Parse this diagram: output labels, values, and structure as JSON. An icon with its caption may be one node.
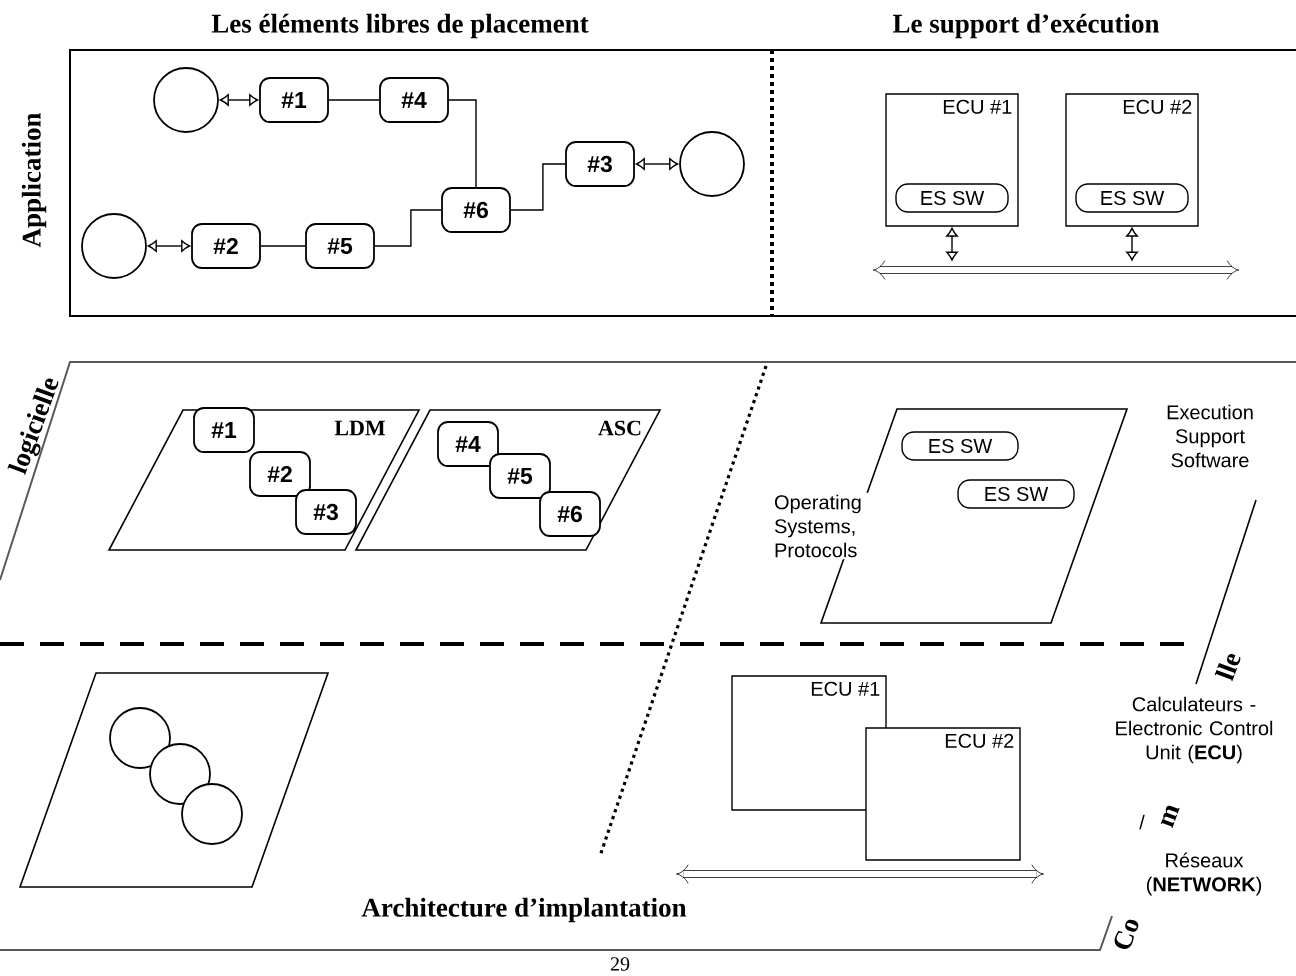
{
  "diagram": {
    "nodes": [
      {
        "text": [],
        "shape": "circle"
      },
      {
        "text": [
          "#1"
        ]
      },
      {
        "text": [
          "#4"
        ]
      },
      {
        "text": [
          "#3"
        ]
      },
      {
        "text": [],
        "shape": "circle"
      },
      {
        "text": [],
        "shape": "circle"
      },
      {
        "text": [
          "#2"
        ]
      },
      {
        "text": [
          "#5"
        ]
      },
      {
        "text": [
          "#6"
        ]
      },
      {
        "text": [
          "ECU #1"
        ]
      },
      {
        "text": [
          "ES SW"
        ],
        "in": 9
      },
      {
        "text": [
          "ECU #2"
        ]
      },
      {
        "text": [
          "ES SW"
        ],
        "in": 11
      },
      {
        "text": [],
        "shape": "bar"
      },
      {
        "text": [
          "LDM"
        ]
      },
      {
        "text": [
          "#1"
        ],
        "in": 14
      },
      {
        "text": [
          "#2"
        ],
        "in": 14
      },
      {
        "text": [
          "#3"
        ],
        "in": 14
      },
      {
        "text": [
          "ASC"
        ]
      },
      {
        "text": [
          "#4"
        ],
        "in": 18
      },
      {
        "text": [
          "#5"
        ],
        "in": 18
      },
      {
        "text": [
          "#6"
        ],
        "in": 18
      },
      {
        "text": [],
        "shape": "parallelogram"
      },
      {
        "text": [
          "ES SW"
        ],
        "in": 22
      },
      {
        "text": [
          "ES SW"
        ],
        "in": 22
      },
      {
        "text": [],
        "shape": "parallelogram"
      },
      {
        "text": [],
        "shape": "circle",
        "in": 25
      },
      {
        "text": [],
        "shape": "circle",
        "in": 25
      },
      {
        "text": [],
        "shape": "circle",
        "in": 25
      },
      {
        "text": [
          "ECU #1"
        ]
      },
      {
        "text": [
          "ECU #2"
        ]
      }
    ],
    "edges": [
      {
        "from": 0,
        "to": 1,
        "arrow": "both"
      },
      {
        "from": 1,
        "to": 2,
        "arrow": "none"
      },
      {
        "from": 2,
        "to": 8,
        "arrow": "none"
      },
      {
        "from": 7,
        "to": 8,
        "arrow": "none"
      },
      {
        "from": 8,
        "to": 3,
        "arrow": "none"
      },
      {
        "from": 3,
        "to": 4,
        "arrow": "both"
      },
      {
        "from": 5,
        "to": 6,
        "arrow": "both"
      },
      {
        "from": 6,
        "to": 7,
        "arrow": "none"
      },
      {
        "from": 9,
        "to": 13,
        "arrow": "both"
      },
      {
        "from": 11,
        "to": 13,
        "arrow": "both"
      }
    ],
    "labels": [
      "Les éléments libres de placement",
      "Le support d’exécution",
      "Application",
      "logicielle",
      "Operating Systems, Protocols",
      "Execution Support Software",
      "lle",
      "Calculateurs - Electronic Control Unit (**ECU**)",
      "/",
      "m",
      "Réseaux (**NETWORK**)",
      "Architecture d’implantation",
      "Co",
      "29"
    ]
  }
}
